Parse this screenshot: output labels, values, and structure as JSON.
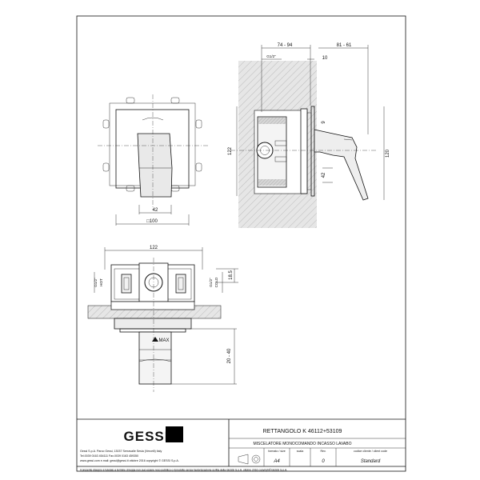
{
  "drawing": {
    "brand": "GESSI",
    "product_title": "RETTANGOLO K  46112+53109",
    "description": "MISCELATORE MONOCOMANDO INCASSO LAVABO",
    "header_labels": {
      "format": "formato / size",
      "scale": "scala",
      "rev": "Rev.",
      "client_code": "codice cliente / client code"
    },
    "format_value": "A4",
    "rev_value": "0",
    "client_code_value": "Standard",
    "company_lines": [
      "Gessi S.p.A. Parco Gessi, 13037 Serravalle Sesia (Vercelli) Italy",
      "Tel.0039  0163  454111  Fax.0039  0163  459350",
      "www.gessi.com   e.mail: gessi@gessi.it     ottobre  2016    copyright © GESSI S.p.A."
    ],
    "copyright_notice": "Il presente disegno è tutelato a termine di legge non può essere reso pubblico o riprodotto senza l'autorizzazione scritta della GESSI S.p.A.   ottobre  2016   copyright©GESSI S.p.A."
  },
  "front_view": {
    "dim_width": "42",
    "dim_plate": "□100"
  },
  "side_view": {
    "dim_top_1": "74 - 94",
    "dim_top_2": "81 - 61",
    "dim_thread": "G1/2\"",
    "dim_10": "10",
    "dim_height_122": "122",
    "dim_height_120": "120",
    "dim_9": "9",
    "dim_42": "42"
  },
  "bottom_view": {
    "dim_width": "122",
    "label_hot_thread": "G1/2\"",
    "label_hot": "HOT",
    "label_cold_thread": "G1/2\"",
    "label_cold": "COLD",
    "dim_18_5": "18.5",
    "label_max": "MAX",
    "dim_depth": "20 - 40"
  }
}
